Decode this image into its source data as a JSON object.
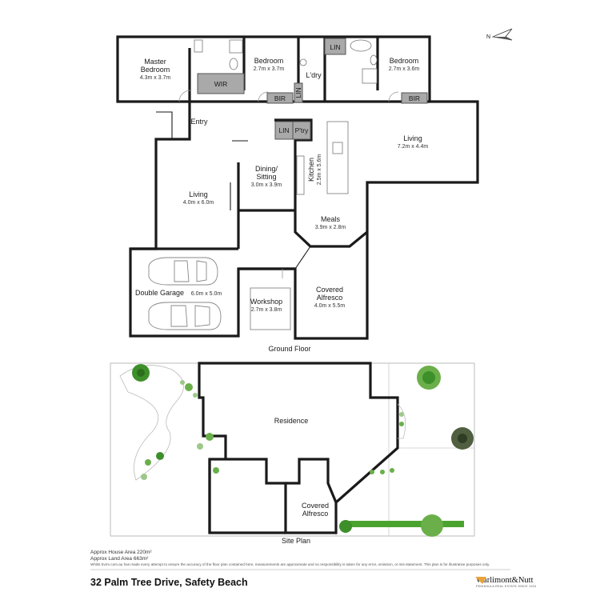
{
  "rooms": {
    "master": {
      "name": "Master Bedroom",
      "line1": "Master",
      "line2": "Bedroom",
      "dims": "4.3m x 3.7m"
    },
    "bedroom2": {
      "name": "Bedroom",
      "dims": "2.7m x 3.7m"
    },
    "laundry": {
      "name": "L'dry"
    },
    "bedroom3": {
      "name": "Bedroom",
      "dims": "2.7m x 3.6m"
    },
    "entry": {
      "name": "Entry"
    },
    "living_front": {
      "name": "Living",
      "dims": "4.0m x 6.0m"
    },
    "dining": {
      "line1": "Dining/",
      "line2": "Sitting",
      "dims": "3.0m x 3.9m"
    },
    "kitchen": {
      "name": "Kitchen",
      "dims": "2.5m x 5.6m"
    },
    "living_rear": {
      "name": "Living",
      "dims": "7.2m x 4.4m"
    },
    "meals": {
      "name": "Meals",
      "dims": "3.9m x 2.8m"
    },
    "garage": {
      "name": "Double Garage",
      "dims": "6.0m x 5.0m"
    },
    "workshop": {
      "name": "Workshop",
      "dims": "2.7m x 3.8m"
    },
    "alfresco": {
      "line1": "Covered",
      "line2": "Alfresco",
      "dims": "4.0m x 5.5m"
    }
  },
  "storage": {
    "wir": "WIR",
    "bir1": "BIR",
    "bir2": "BIR",
    "lin1": "LIN",
    "lin2": "LIN",
    "lin3": "LIN",
    "ptry": "P'try"
  },
  "compass": "N",
  "captions": {
    "ground_floor": "Ground Floor",
    "site_plan": "Site Plan"
  },
  "site": {
    "residence": "Residence",
    "alfresco_line1": "Covered",
    "alfresco_line2": "Alfresco"
  },
  "footer": {
    "house_area": "Approx House Area 220m²",
    "land_area": "Approx Land Area 663m²",
    "disclaimer": "Whilst bvrm.com.au has made every attempt to ensure the accuracy of the floor plan contained here, measurements are approximate and no responsibility is taken for any error, omission, or mis-statement. This plan is for illustrative purposes only.",
    "address": "32 Palm Tree Drive, Safety Beach",
    "brand": "Warlimont&Nutt",
    "brand_tagline": "PENINSULA REAL ESTATE SINCE 1924"
  },
  "colors": {
    "wall": "#1a1a1a",
    "storage_fill": "#a9a9a9",
    "lawn": "#4aa32e",
    "brand_accent": "#e8a33a"
  }
}
